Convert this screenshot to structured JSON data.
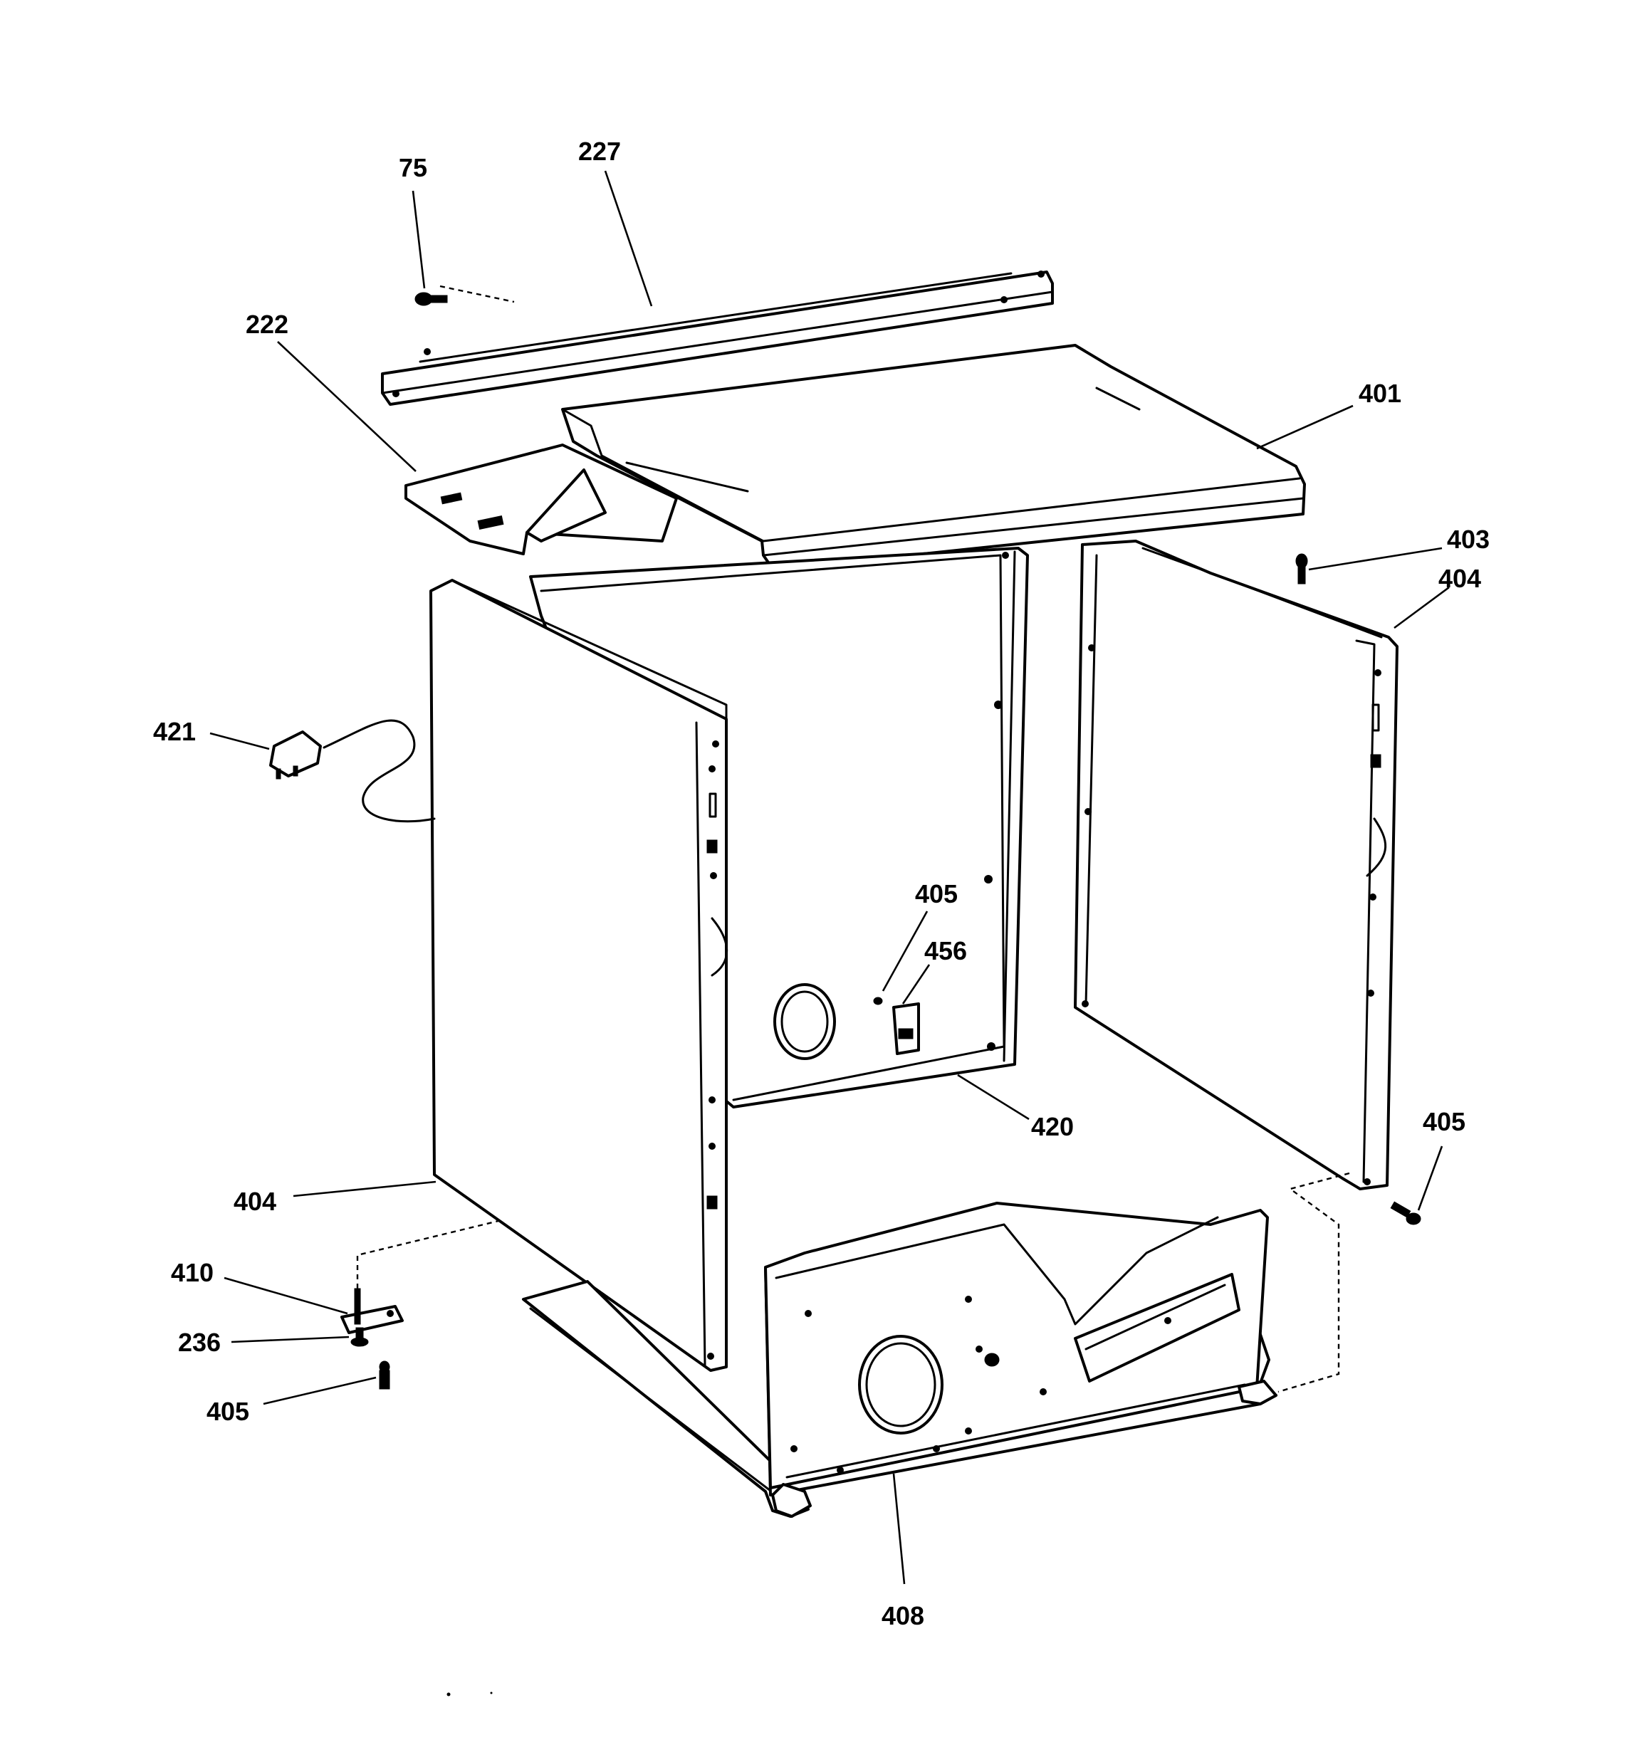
{
  "diagram": {
    "labels": {
      "p75": "75",
      "p227": "227",
      "p222": "222",
      "p401": "401",
      "p403": "403",
      "p404_right": "404",
      "p421": "421",
      "p405_center": "405",
      "p456": "456",
      "p405_right": "405",
      "p420": "420",
      "p404_left": "404",
      "p410": "410",
      "p236": "236",
      "p405_left": "405",
      "p408": "408"
    }
  }
}
